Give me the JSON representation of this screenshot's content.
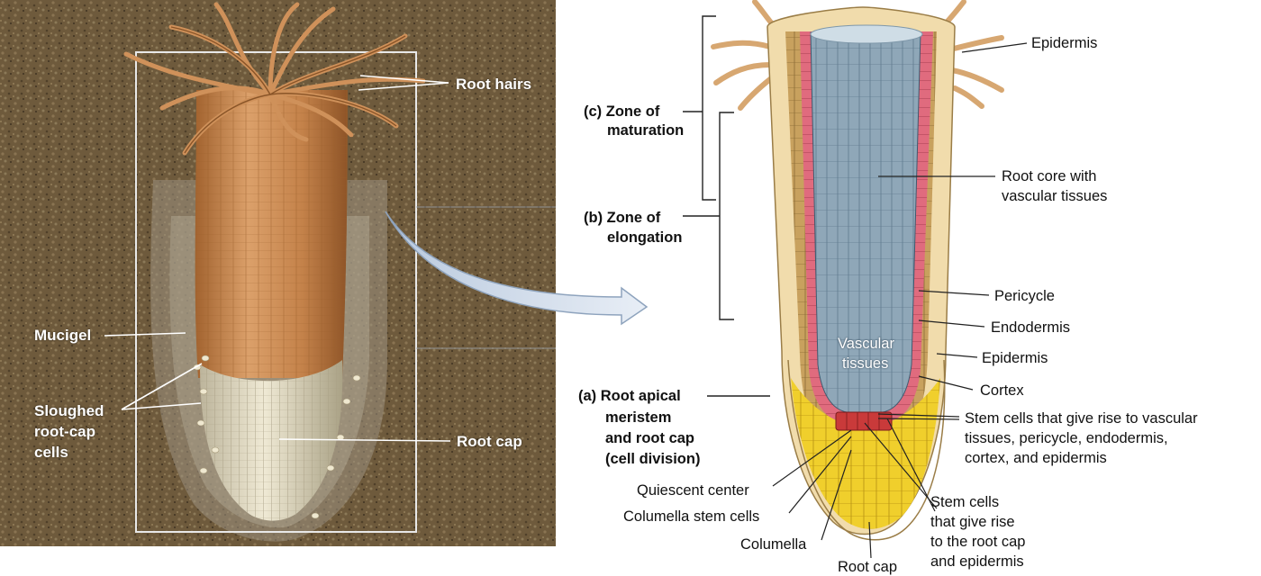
{
  "figure": {
    "left_panel": {
      "root_hairs": "Root hairs",
      "mucigel": "Mucigel",
      "sloughed_line1": "Sloughed",
      "sloughed_line2": "root-cap",
      "sloughed_line3": "cells",
      "root_cap": "Root cap"
    },
    "zones": {
      "c_line1": "(c) Zone of",
      "c_line2": "maturation",
      "b_line1": "(b) Zone of",
      "b_line2": "elongation",
      "a_line1": "(a) Root apical",
      "a_line2": "meristem",
      "a_line3": "and root cap",
      "a_line4": "(cell division)"
    },
    "right_panel": {
      "epidermis_top": "Epidermis",
      "root_core_line1": "Root core with",
      "root_core_line2": "vascular tissues",
      "pericycle": "Pericycle",
      "endodermis": "Endodermis",
      "epidermis_mid": "Epidermis",
      "cortex": "Cortex",
      "vascular_line1": "Vascular",
      "vascular_line2": "tissues",
      "stem_vascular_line1": "Stem cells that give rise to vascular",
      "stem_vascular_line2": "tissues, pericycle, endodermis,",
      "stem_vascular_line3": "cortex, and epidermis",
      "quiescent_center": "Quiescent center",
      "columella_stem_cells": "Columella stem cells",
      "columella": "Columella",
      "root_cap": "Root cap",
      "stem_cap_line1": "Stem cells",
      "stem_cap_line2": "that give rise",
      "stem_cap_line3": "to the root cap",
      "stem_cap_line4": "and epidermis"
    },
    "colors": {
      "soil": "#6e5a3c",
      "root_orange": "#c98a52",
      "root_cap_cream": "#e4dcc4",
      "vascular_blue": "#8fa7b8",
      "pericycle_pink": "#e06b7e",
      "cortex_tan": "#c8a15e",
      "columella_yellow": "#f0cf2c",
      "epidermis_cream": "#f1dcac"
    }
  }
}
